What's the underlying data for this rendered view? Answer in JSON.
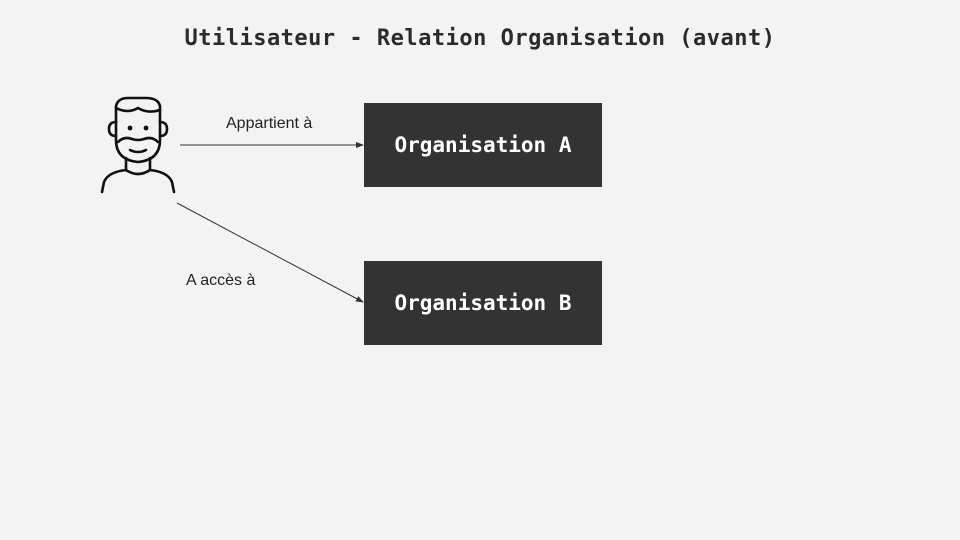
{
  "title": "Utilisateur - Relation Organisation (avant)",
  "nodes": {
    "org_a": "Organisation A",
    "org_b": "Organisation B"
  },
  "edges": {
    "belongs_to": "Appartient à",
    "has_access": "A accès à"
  },
  "icons": {
    "user": "user-icon"
  },
  "colors": {
    "background": "#f3f3f3",
    "box": "#333333",
    "box_text": "#ffffff",
    "line": "#333333"
  }
}
